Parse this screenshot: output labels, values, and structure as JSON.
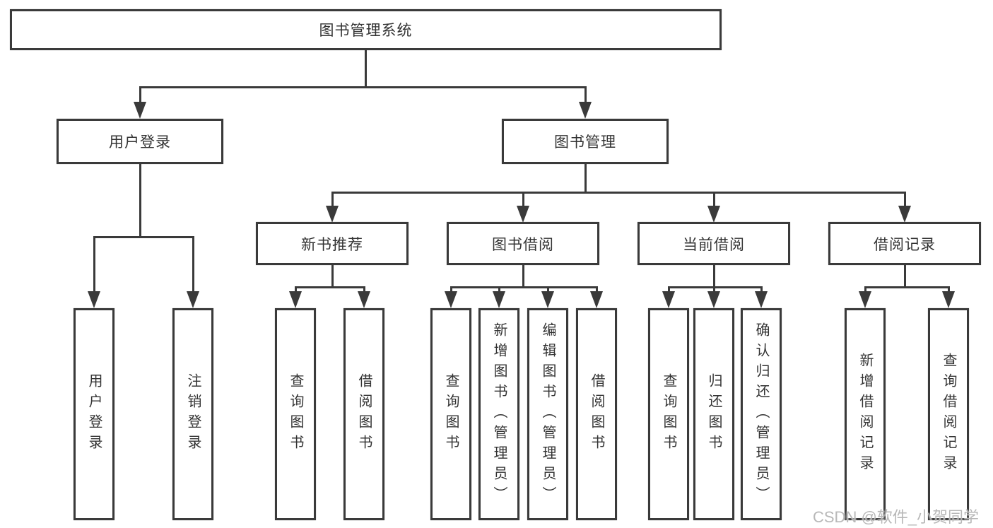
{
  "diagram": {
    "title": "图书管理系统",
    "level2": [
      {
        "label": "用户登录"
      },
      {
        "label": "图书管理"
      }
    ],
    "level3": [
      {
        "label": "新书推荐"
      },
      {
        "label": "图书借阅"
      },
      {
        "label": "当前借阅"
      },
      {
        "label": "借阅记录"
      }
    ],
    "leaves": [
      {
        "label": "用户登录"
      },
      {
        "label": "注销登录"
      },
      {
        "label": "查询图书"
      },
      {
        "label": "借阅图书"
      },
      {
        "label": "查询图书"
      },
      {
        "label": "新增图书（管理员）"
      },
      {
        "label": "编辑图书（管理员）"
      },
      {
        "label": "借阅图书"
      },
      {
        "label": "查询图书"
      },
      {
        "label": "归还图书"
      },
      {
        "label": "确认归还（管理员）"
      },
      {
        "label": "新增借阅记录"
      },
      {
        "label": "查询借阅记录"
      }
    ],
    "colors": {
      "line": "#3a3a3a",
      "text": "#333333",
      "background": "#ffffff",
      "watermark_gray": "#b2b2b2"
    }
  },
  "watermark": {
    "text": "CSDN @软件_小贺同学"
  }
}
